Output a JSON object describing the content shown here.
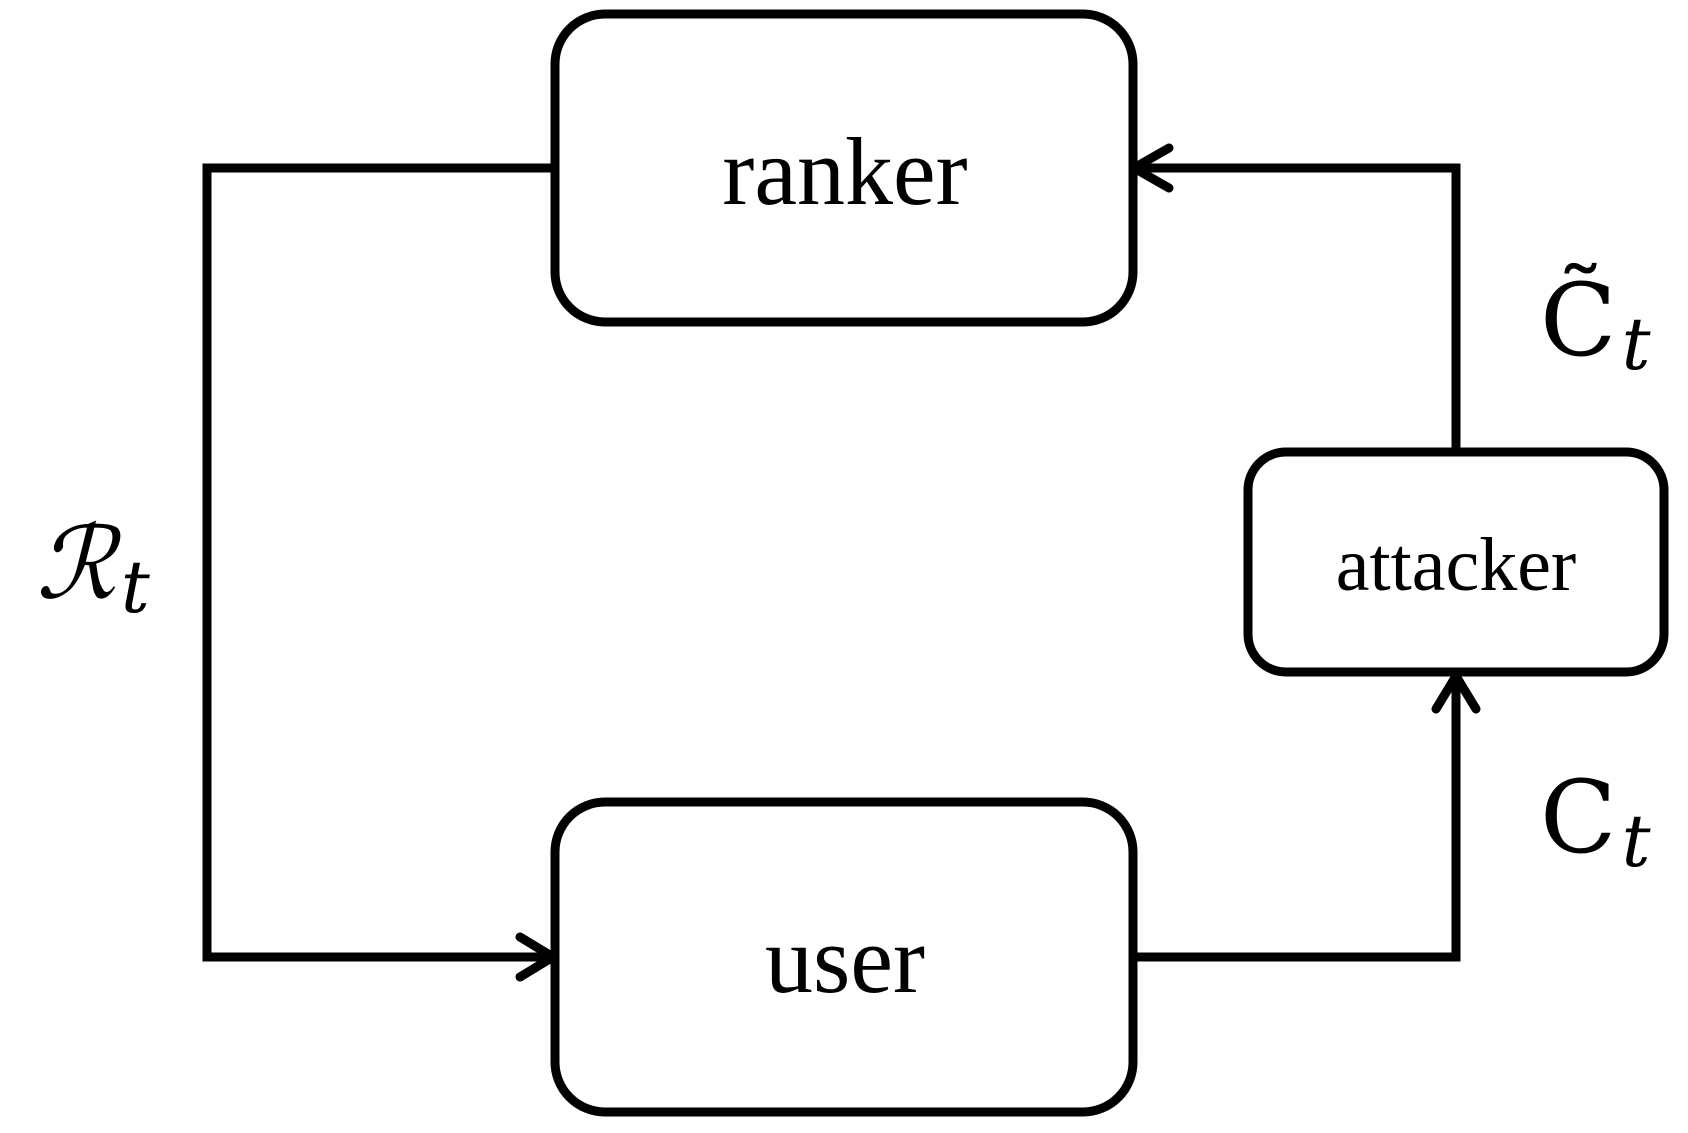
{
  "nodes": {
    "ranker": {
      "label": "ranker"
    },
    "attacker": {
      "label": "attacker"
    },
    "user": {
      "label": "user"
    }
  },
  "edge_labels": {
    "ranking": {
      "symbol": "ℛ",
      "subscript": "t"
    },
    "perturbed_clicks": {
      "symbol": "C̃",
      "subscript": "t"
    },
    "clicks": {
      "symbol": "C",
      "subscript": "t"
    }
  }
}
